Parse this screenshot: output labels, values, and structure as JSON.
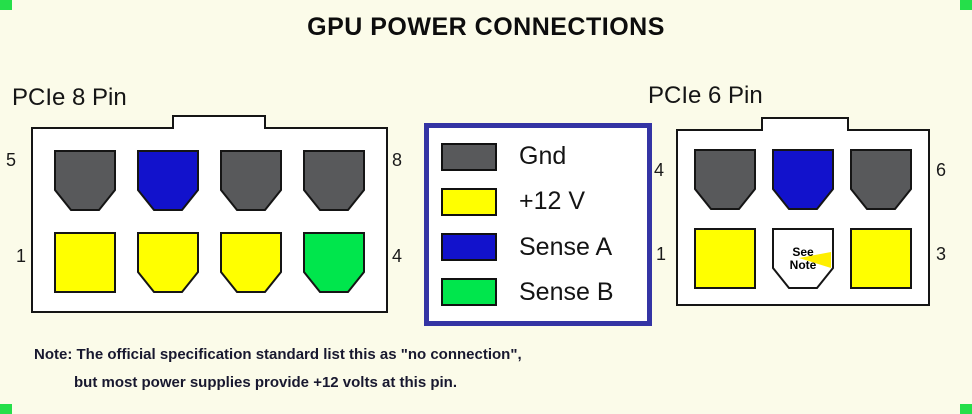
{
  "title": "GPU POWER CONNECTIONS",
  "colors": {
    "gnd": "#58595b",
    "v12": "#ffff00",
    "senseA": "#1212cc",
    "senseB": "#00e64c",
    "noconn": "#ffffff",
    "legend_border": "#3434a4",
    "background": "#fbfbe9",
    "corner_mark": "#25df4a"
  },
  "connectors": [
    {
      "name": "PCIe 8 Pin",
      "rows": [
        {
          "left_num": "5",
          "right_num": "8",
          "pins": [
            {
              "color": "gnd",
              "shape": "key"
            },
            {
              "color": "senseA",
              "shape": "key"
            },
            {
              "color": "gnd",
              "shape": "key"
            },
            {
              "color": "gnd",
              "shape": "key"
            }
          ]
        },
        {
          "left_num": "1",
          "right_num": "4",
          "pins": [
            {
              "color": "v12",
              "shape": "square"
            },
            {
              "color": "v12",
              "shape": "key"
            },
            {
              "color": "v12",
              "shape": "key"
            },
            {
              "color": "senseB",
              "shape": "key"
            }
          ]
        }
      ]
    },
    {
      "name": "PCIe 6 Pin",
      "rows": [
        {
          "left_num": "4",
          "right_num": "6",
          "pins": [
            {
              "color": "gnd",
              "shape": "key"
            },
            {
              "color": "senseA",
              "shape": "key"
            },
            {
              "color": "gnd",
              "shape": "key"
            }
          ]
        },
        {
          "left_num": "1",
          "right_num": "3",
          "pins": [
            {
              "color": "v12",
              "shape": "square"
            },
            {
              "color": "noconn",
              "shape": "key",
              "label": "See Note"
            },
            {
              "color": "v12",
              "shape": "square"
            }
          ]
        }
      ]
    }
  ],
  "legend": {
    "items": [
      {
        "color_key": "gnd",
        "label": "Gnd"
      },
      {
        "color_key": "v12",
        "label": "+12 V"
      },
      {
        "color_key": "senseA",
        "label": "Sense A"
      },
      {
        "color_key": "senseB",
        "label": "Sense B"
      }
    ]
  },
  "note": {
    "line1": "Note: The official specification standard list this as \"no connection\",",
    "line2": "but most power supplies provide  +12 volts at this pin."
  }
}
